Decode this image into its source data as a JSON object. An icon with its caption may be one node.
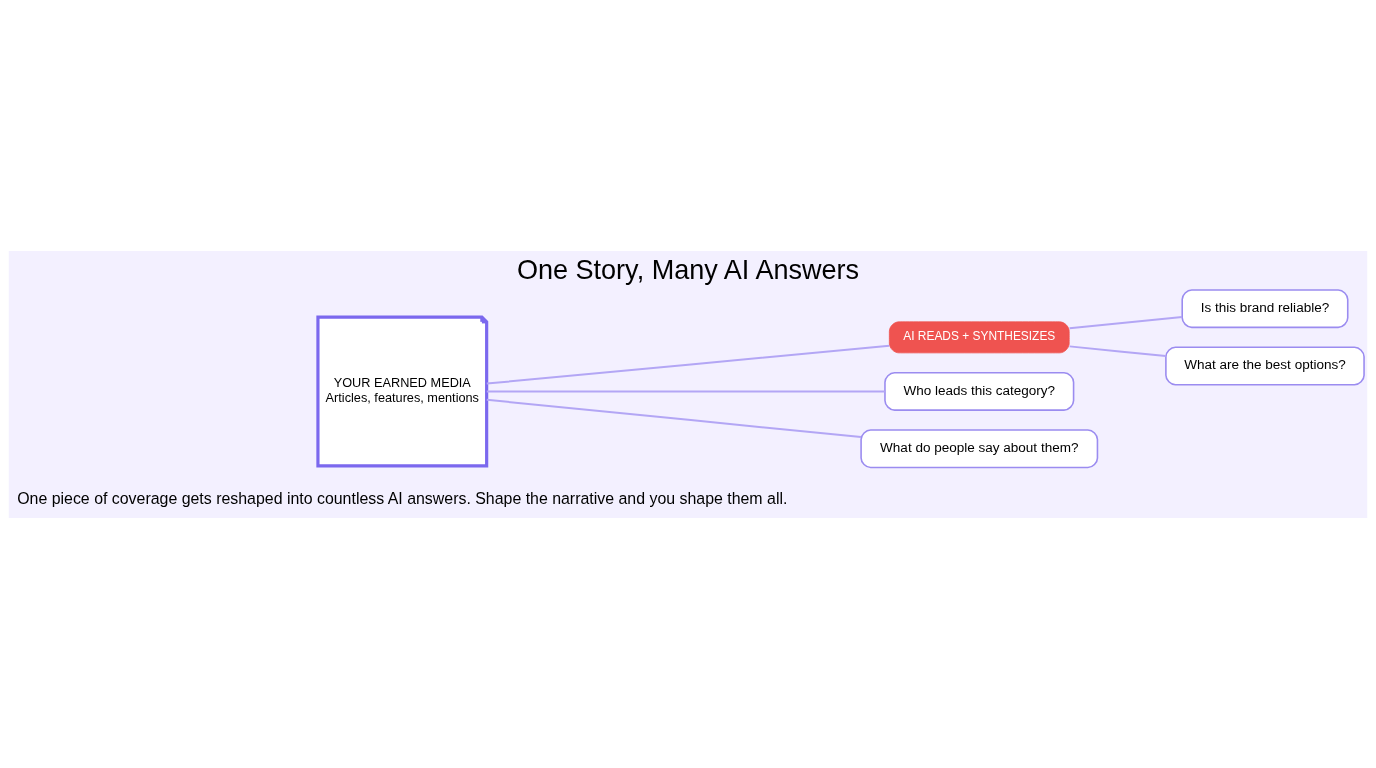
{
  "diagram": {
    "title": "One Story, Many AI Answers",
    "caption": "One piece of coverage gets reshaped into countless AI answers. Shape the narrative and you shape them all.",
    "nodes": [
      {
        "text": [
          "YOUR EARNED MEDIA",
          "Articles, features, mentions"
        ]
      },
      {
        "text": [
          "AI READS + SYNTHESIZES"
        ]
      },
      {
        "text": [
          "Who leads this category?"
        ]
      },
      {
        "text": [
          "Is this brand reliable?"
        ]
      },
      {
        "text": [
          "What are the best options?"
        ]
      },
      {
        "text": [
          "What do people say about them?"
        ]
      }
    ],
    "edges": [
      {
        "from": 0,
        "to": 2,
        "arrow": "none"
      },
      {
        "from": 0,
        "to": 1,
        "arrow": "none"
      },
      {
        "from": 1,
        "to": 3,
        "arrow": "none"
      },
      {
        "from": 1,
        "to": 4,
        "arrow": "none"
      },
      {
        "from": 0,
        "to": 5,
        "arrow": "none"
      }
    ]
  }
}
